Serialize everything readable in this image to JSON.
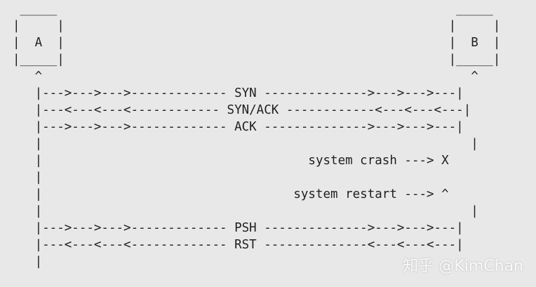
{
  "diagram": {
    "lines": [
      " _____                                                      _____",
      "|     |                                                    |     |",
      "|  A  |                                                    |  B  |",
      "|_____|                                                    |_____|",
      "   ^                                                          ^",
      "   |--->--->--->------------- SYN -------------->--->--->---|",
      "   |---<---<---<------------ SYN/ACK ------------<---<---<---|",
      "   |--->--->--->------------- ACK -------------->--->--->---|",
      "   |                                                          |",
      "   |                                    system crash ---> X",
      "   |",
      "   |                                  system restart ---> ^",
      "   |                                                          |",
      "   |--->--->--->------------- PSH -------------->--->--->---|",
      "   |---<---<---<------------- RST --------------<---<---<---|",
      "   |"
    ]
  },
  "watermark": {
    "text": "知乎 @KimChan"
  }
}
